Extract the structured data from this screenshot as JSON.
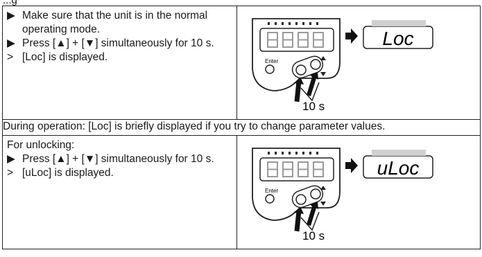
{
  "header_fragment": "...g",
  "lock_section": {
    "steps": [
      {
        "marker": "▶",
        "text": "Make sure that the unit is in the normal operating mode."
      },
      {
        "marker": "▶",
        "text": "Press [▲] + [▼] simultaneously for 10 s."
      },
      {
        "marker": ">",
        "text": "[Loc] is displayed."
      }
    ],
    "figure": {
      "enter_label": "Enter",
      "display_result": "Loc",
      "time_label": "10 s"
    }
  },
  "operation_note": "During operation: [Loc] is briefly displayed if you try to change parameter values.",
  "unlock_section": {
    "intro": "For unlocking:",
    "steps": [
      {
        "marker": "▶",
        "text": "Press [▲] + [▼] simultaneously for 10 s."
      },
      {
        "marker": ">",
        "text": "[uLoc] is displayed."
      }
    ],
    "figure": {
      "enter_label": "Enter",
      "display_result": "uLoc",
      "time_label": "10 s"
    }
  }
}
